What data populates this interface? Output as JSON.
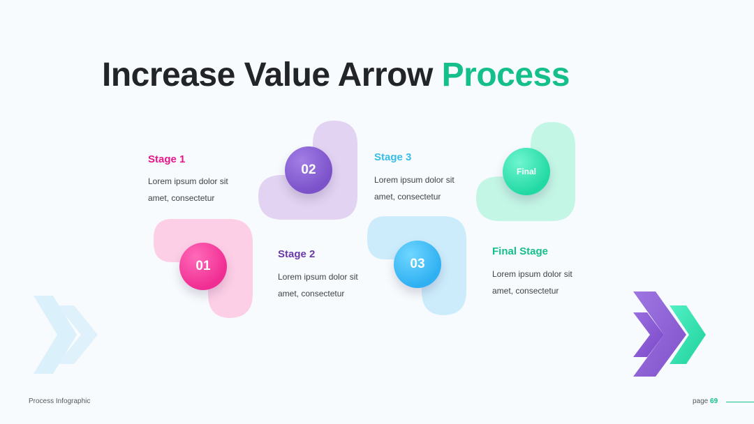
{
  "title": {
    "main": "Increase Value Arrow",
    "accent": "Process"
  },
  "stages": [
    {
      "number": "01",
      "title": "Stage 1",
      "desc": "Lorem ipsum dolor sit amet, consectetur",
      "color": "#e8168a"
    },
    {
      "number": "02",
      "title": "Stage 2",
      "desc": "Lorem ipsum dolor sit amet, consectetur",
      "color": "#6a38a8"
    },
    {
      "number": "03",
      "title": "Stage 3",
      "desc": "Lorem ipsum dolor sit amet, consectetur",
      "color": "#38bde6"
    },
    {
      "number": "Final",
      "title": "Final Stage",
      "desc": "Lorem ipsum dolor sit amet, consectetur",
      "color": "#15bf8c"
    }
  ],
  "footer": {
    "left": "Process Infographic",
    "page_label": "page",
    "page_number": "69"
  },
  "colors": {
    "accent": "#15bf8c",
    "pink": "#f02d93",
    "purple": "#7b52c9",
    "blue": "#2fb0f2",
    "mint": "#22d9a4"
  },
  "icons": {
    "left_decor": "double-chevron-right-icon",
    "right_decor": "double-chevron-right-icon"
  }
}
